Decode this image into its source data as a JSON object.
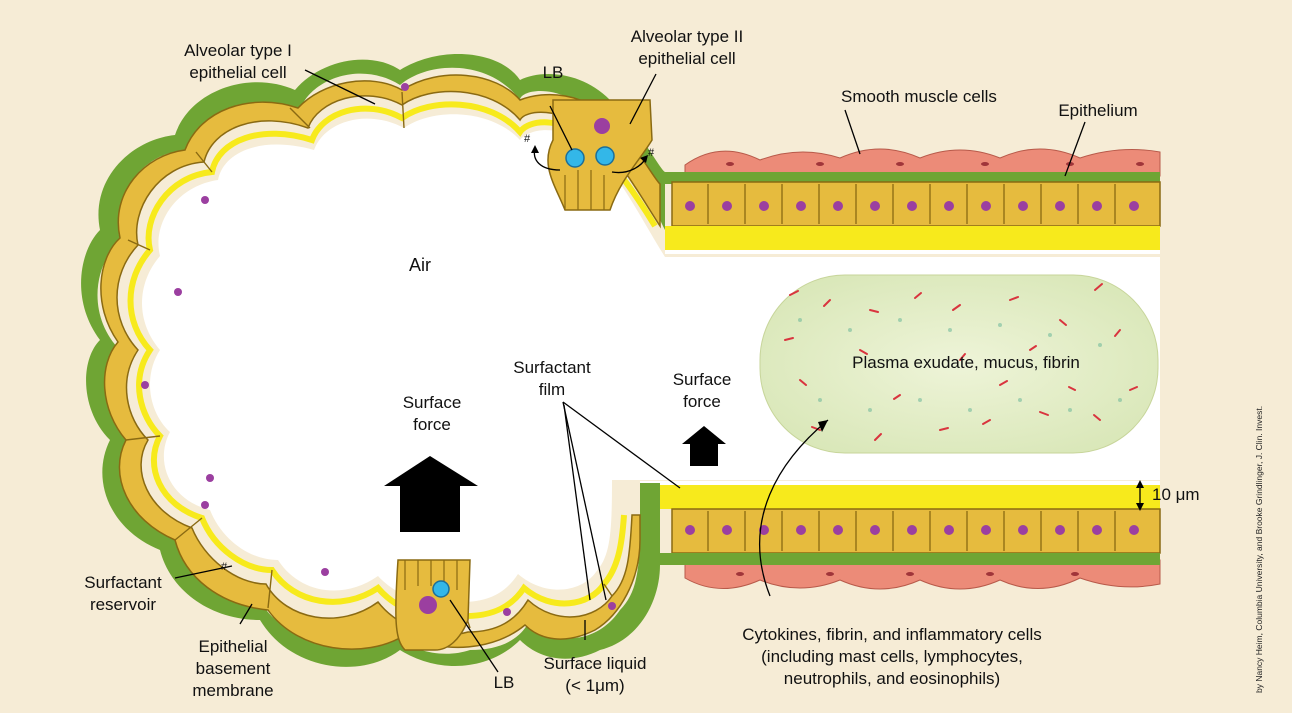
{
  "labels": {
    "alveolar_type1": "Alveolar type I\nepithelial cell",
    "alveolar_type2": "Alveolar type II\nepithelial cell",
    "lb_top": "LB",
    "lb_bottom": "LB",
    "smooth_muscle": "Smooth muscle cells",
    "epithelium": "Epithelium",
    "air": "Air",
    "surfactant_film": "Surfactant\nfilm",
    "surface_force_large": "Surface\nforce",
    "surface_force_small": "Surface\nforce",
    "plasma_exudate": "Plasma exudate, mucus, fibrin",
    "thickness": "10 μm",
    "surfactant_reservoir": "Surfactant\nreservoir",
    "basement_membrane": "Epithelial\nbasement\nmembrane",
    "surface_liquid": "Surface liquid\n(< 1μm)",
    "cytokines": "Cytokines, fibrin, and inflammatory cells\n(including mast cells, lymphocytes,\nneutrophils, and eosinophils)",
    "hash_mark": "#"
  },
  "credit": "by Nancy Heim, Columbia University, and Brooke Grindlinger, J. Clin. Invest.",
  "colors": {
    "background": "#f6ecd6",
    "basement_membrane": "#6fa534",
    "cell_fill": "#e6bb3e",
    "cell_outline": "#8a6a12",
    "surface_liquid": "#f7ea1c",
    "nucleus": "#9b3fa0",
    "lamellar_body": "#33b7e8",
    "smooth_muscle": "#ec8b78",
    "exudate": "#e6efc8"
  }
}
